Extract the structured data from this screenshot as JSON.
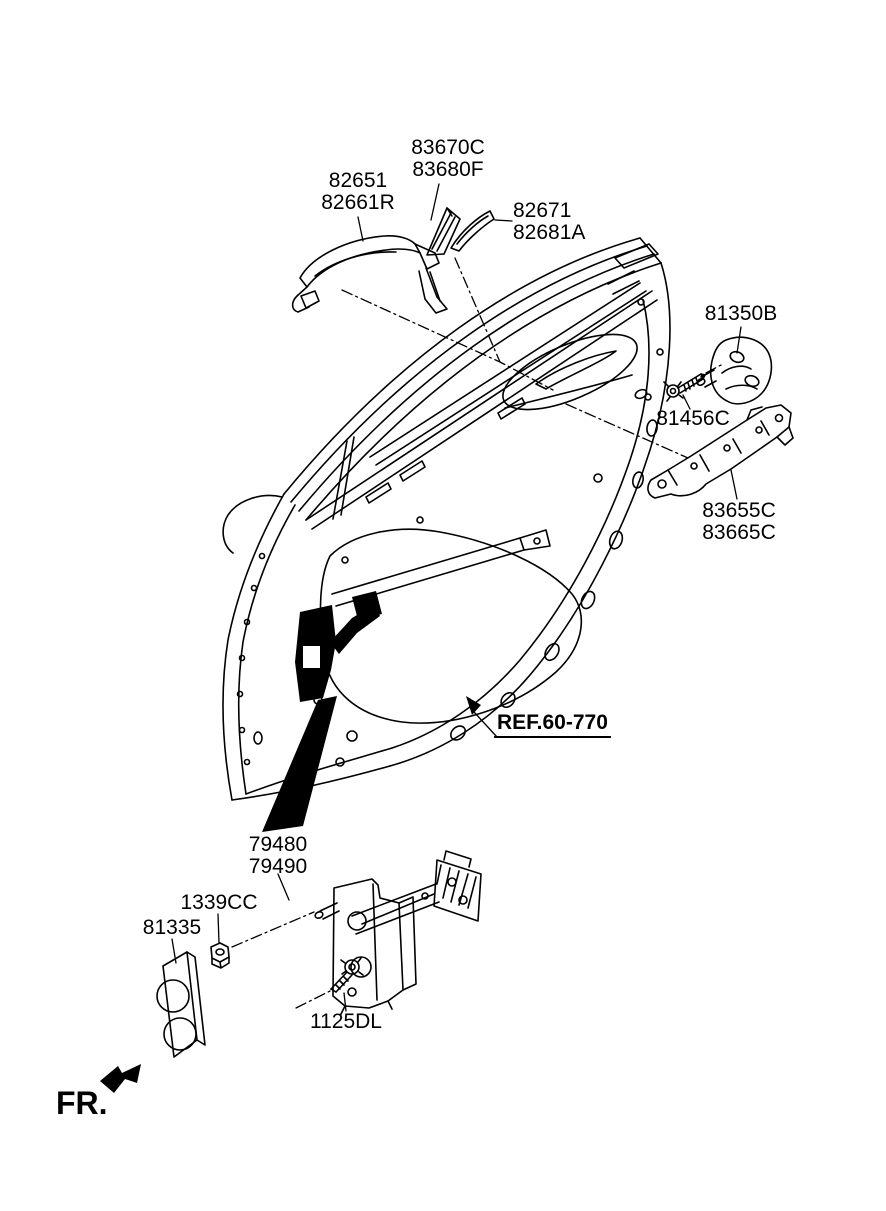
{
  "colors": {
    "ink": "#000000",
    "paper": "#ffffff"
  },
  "callouts": {
    "handle_cover": {
      "line1": "83670C",
      "line2": "83680F"
    },
    "outside_handle": {
      "line1": "82651",
      "line2": "82661R"
    },
    "handle_pad": {
      "line1": "82671",
      "line2": "82681A"
    },
    "door_striker": {
      "line1": "81350B"
    },
    "striker_screw": {
      "line1": "81456C"
    },
    "handle_base": {
      "line1": "83655C",
      "line2": "83665C"
    },
    "door_ref": {
      "line1": "REF.60-770"
    },
    "door_checker": {
      "line1": "79480",
      "line2": "79490"
    },
    "checker_nut": {
      "line1": "1339CC"
    },
    "checker_plate": {
      "line1": "81335"
    },
    "checker_bolt": {
      "line1": "1125DL"
    },
    "front_marker": {
      "line1": "FR."
    }
  }
}
